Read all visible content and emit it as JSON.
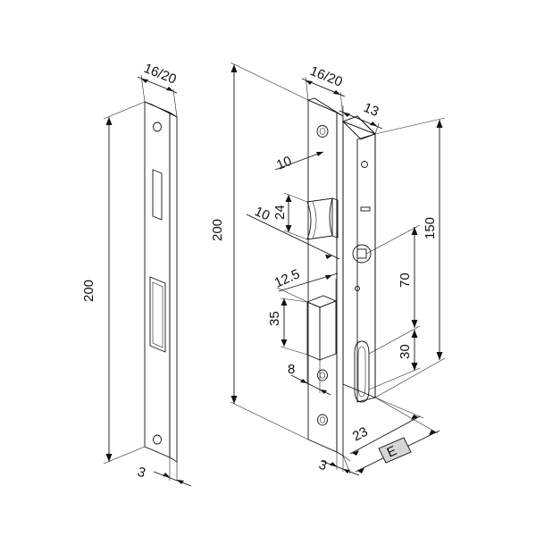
{
  "colors": {
    "plate_light": "#e9ebec",
    "plate_mid": "#c9cdd0",
    "plate_dark": "#8e9398",
    "case_body": "#d7dadc",
    "slot_dark": "#2b2b2b",
    "outline": "#111111",
    "e_box_fill": "#d8d8d8"
  },
  "strike_plate": {
    "dim_width": "16/20",
    "dim_length": "200",
    "dim_thickness": "3"
  },
  "lock_body": {
    "dim_faceplate_width": "16/20",
    "dim_case_depth": "13",
    "dim_faceplate_length": "200",
    "dim_case_height": "150",
    "dim_latch_offset": "10",
    "dim_latch_projection": "10",
    "dim_latch_height": "24",
    "dim_bolt_throw": "12.5",
    "dim_bolt_height": "35",
    "dim_bolt_width": "8",
    "dim_spindle_to_cylinder": "70",
    "dim_cylinder_to_bottom": "30",
    "dim_backset_depth": "23",
    "dim_faceplate_thickness": "3",
    "backset_label": "E"
  },
  "icons": [
    "spindle-square-icon",
    "cylinder-hole-icon",
    "screw-hole-icon"
  ]
}
